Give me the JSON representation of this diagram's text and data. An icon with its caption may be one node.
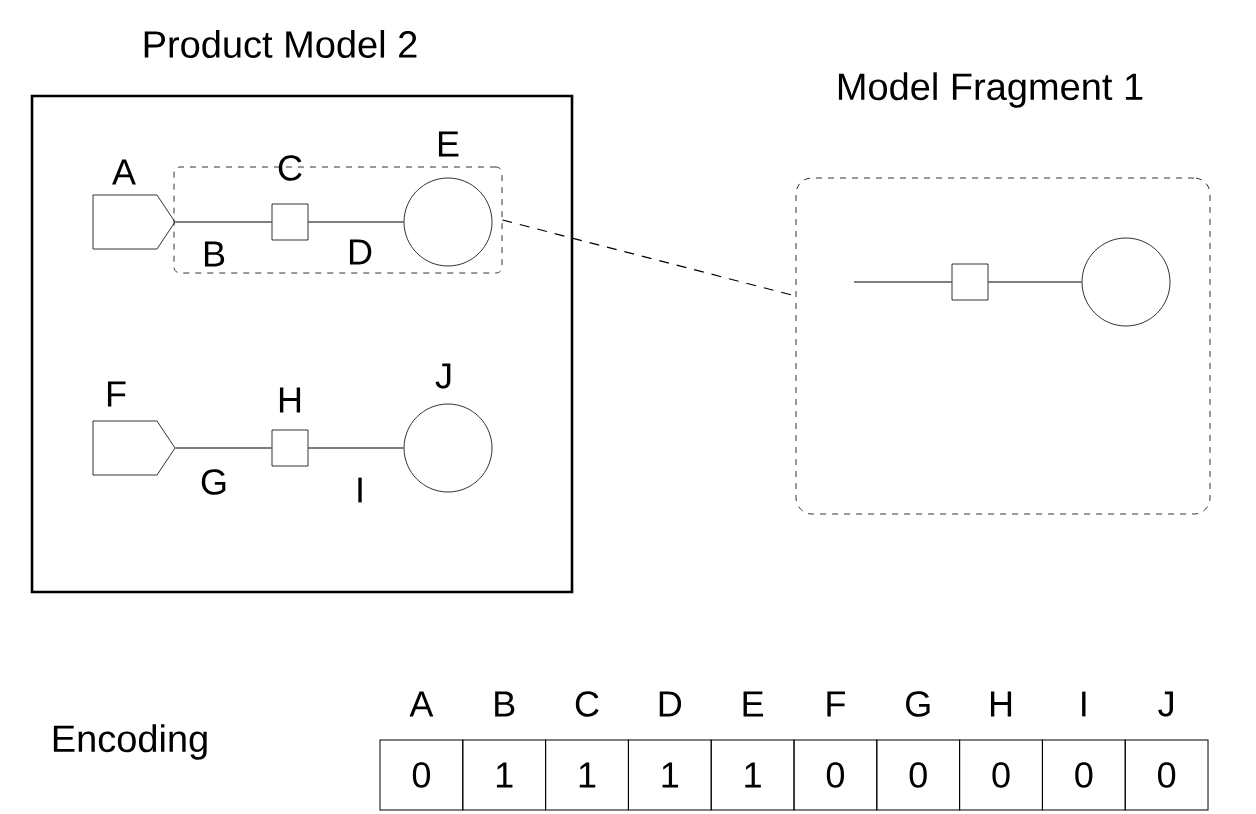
{
  "diagram": {
    "nodes": [
      {
        "text": [
          "Product Model 2"
        ]
      },
      {
        "text": [],
        "shape": "box",
        "in": 0
      },
      {
        "text": [
          "A"
        ],
        "in": 0
      },
      {
        "text": [
          "C"
        ],
        "in": 1
      },
      {
        "text": [
          "E"
        ],
        "in": 1
      },
      {
        "text": [
          "F"
        ],
        "in": 0
      },
      {
        "text": [
          "H"
        ],
        "in": 0
      },
      {
        "text": [
          "J"
        ],
        "in": 0
      },
      {
        "text": [
          "Model Fragment 1"
        ]
      },
      {
        "text": [],
        "shape": "box",
        "in": 8
      },
      {
        "text": [],
        "shape": "circle",
        "in": 8
      }
    ],
    "edges": [
      {
        "from": 2,
        "to": 3,
        "arrow": "none",
        "label": "B"
      },
      {
        "from": 3,
        "to": 4,
        "arrow": "none",
        "label": "D"
      },
      {
        "from": 5,
        "to": 6,
        "arrow": "none",
        "label": "G"
      },
      {
        "from": 6,
        "to": 7,
        "arrow": "none",
        "label": "I"
      },
      {
        "from": 1,
        "to": 8,
        "arrow": "none",
        "style": "dashed"
      },
      {
        "from": null,
        "to": 9,
        "arrow": "none"
      },
      {
        "from": 9,
        "to": 10,
        "arrow": "none"
      }
    ],
    "labels": [
      "Encoding",
      "A",
      "B",
      "C",
      "D",
      "E",
      "F",
      "G",
      "H",
      "I",
      "J",
      "0",
      "1",
      "1",
      "1",
      "1",
      "0",
      "0",
      "0",
      "0",
      "0"
    ]
  }
}
